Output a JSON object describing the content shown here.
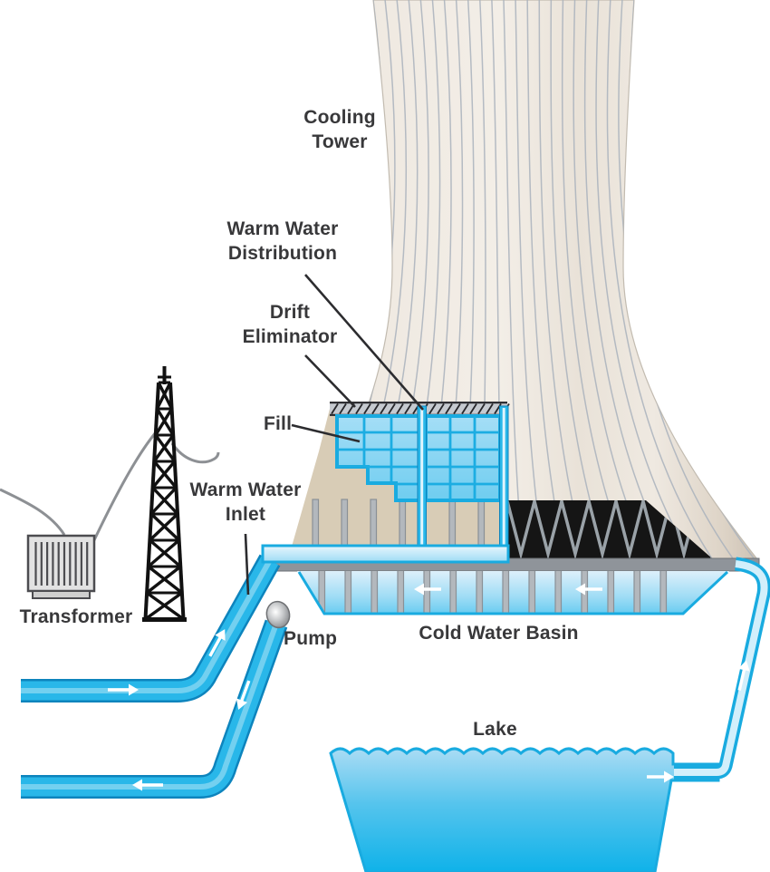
{
  "labels": {
    "cooling_tower": {
      "line1": "Cooling",
      "line2": "Tower"
    },
    "warm_water_distribution": {
      "line1": "Warm Water",
      "line2": "Distribution"
    },
    "drift_eliminator": {
      "line1": "Drift",
      "line2": "Eliminator"
    },
    "fill": "Fill",
    "warm_water_inlet": {
      "line1": "Warm Water",
      "line2": "Inlet"
    },
    "transformer": "Transformer",
    "pump": "Pump",
    "cold_water_basin": "Cold Water Basin",
    "lake": "Lake"
  },
  "colors": {
    "pipe_cyan": "#29b7e9",
    "pipe_edge": "#0d84bd",
    "pipe_inner_light": "#d2effb",
    "grid_cyan": "#1cade2",
    "fill_cell_top": "#a5def6",
    "fill_cell_bottom": "#6fcdf0",
    "water_light": "#ddf0fb",
    "water_deep": "#0fb2e9",
    "tower_shell": "#efe9e1",
    "shell_rib": "#a9b2bc",
    "interior_tan": "#d8ccb6",
    "structure_gray": "#8f949a",
    "column_gray": "#b3b8bd",
    "louver_black": "#151515",
    "zigzag_gray": "#9aa2a8",
    "hatch_black": "#26262a",
    "wire_gray": "#8d9094",
    "label_text": "#38383a",
    "arrow_white": "#ffffff"
  },
  "flow_arrows": [
    {
      "id": "warm-water-supply-arrow",
      "direction": "right"
    },
    {
      "id": "warm-water-riser-arrow",
      "direction": "up-right"
    },
    {
      "id": "pump-discharge-arrow",
      "direction": "down-left"
    },
    {
      "id": "cold-water-return-arrow",
      "direction": "left"
    },
    {
      "id": "basin-flow-arrow-1",
      "direction": "left"
    },
    {
      "id": "basin-flow-arrow-2",
      "direction": "left"
    },
    {
      "id": "lake-intake-arrow",
      "direction": "right"
    },
    {
      "id": "lake-riser-arrow",
      "direction": "up"
    }
  ]
}
